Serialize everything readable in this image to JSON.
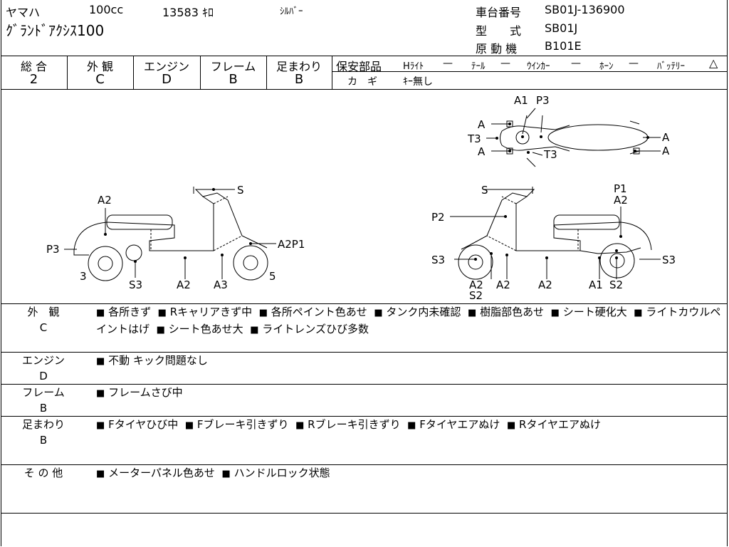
{
  "header": {
    "maker": "ヤマハ",
    "displacement": "100cc",
    "mileage": "13583 ｷﾛ",
    "color": "ｼﾙﾊﾞｰ",
    "model_name": "ｸﾞﾗﾝﾄﾞｱｸｼｽ100",
    "frame_no_label": "車台番号",
    "frame_no": "SB01J-136900",
    "type_label": "型　　式",
    "type": "SB01J",
    "engine_label": "原 動 機",
    "engine": "B101E"
  },
  "grades": [
    {
      "label": "総 合",
      "value": "2"
    },
    {
      "label": "外 観",
      "value": "C"
    },
    {
      "label": "エンジン",
      "value": "D"
    },
    {
      "label": "フレーム",
      "value": "B"
    },
    {
      "label": "足まわり",
      "value": "B"
    }
  ],
  "safety": {
    "label": "保安部品",
    "items": [
      {
        "name": "Hﾗｲﾄ",
        "status": "—"
      },
      {
        "name": "ﾃｰﾙ",
        "status": "—"
      },
      {
        "name": "ｳｲﾝｶｰ",
        "status": "—"
      },
      {
        "name": "ﾎｰﾝ",
        "status": "—"
      },
      {
        "name": "ﾊﾞｯﾃﾘｰ",
        "status": "△"
      }
    ],
    "key_label": "カ　ギ",
    "key_value": "ｷｰ無し"
  },
  "diagram_labels": {
    "top": [
      "A1",
      "P3",
      "A",
      "T3",
      "A",
      "T3",
      "A",
      "A"
    ],
    "left": [
      "S",
      "A2",
      "P3",
      "A2P1",
      "3",
      "S3",
      "A2",
      "A3",
      "5"
    ],
    "right": [
      "S",
      "P1",
      "A2",
      "P2",
      "S3",
      "S3",
      "A2",
      "S2",
      "A2",
      "A2",
      "A1",
      "S2"
    ]
  },
  "sections": [
    {
      "label": "外　観",
      "grade": "C",
      "items": [
        "各所きず",
        "Rキャリアきず中",
        "各所ペイント色あせ",
        "タンク内未確認",
        "樹脂部色あせ",
        "シート硬化大",
        "ライトカウルペイントはげ",
        "シート色あせ大",
        "ライトレンズひび多数"
      ]
    },
    {
      "label": "エンジン",
      "grade": "D",
      "items": [
        "不動 キック問題なし"
      ]
    },
    {
      "label": "フレーム",
      "grade": "B",
      "items": [
        "フレームさび中"
      ]
    },
    {
      "label": "足まわり",
      "grade": "B",
      "items": [
        "Fタイヤひび中",
        "Fブレーキ引きずり",
        "Rブレーキ引きずり",
        "Fタイヤエアぬけ",
        "Rタイヤエアぬけ"
      ]
    },
    {
      "label": "そ の 他",
      "grade": "",
      "items": [
        "メーターパネル色あせ",
        "ハンドルロック状態"
      ]
    }
  ],
  "bullet": "■"
}
